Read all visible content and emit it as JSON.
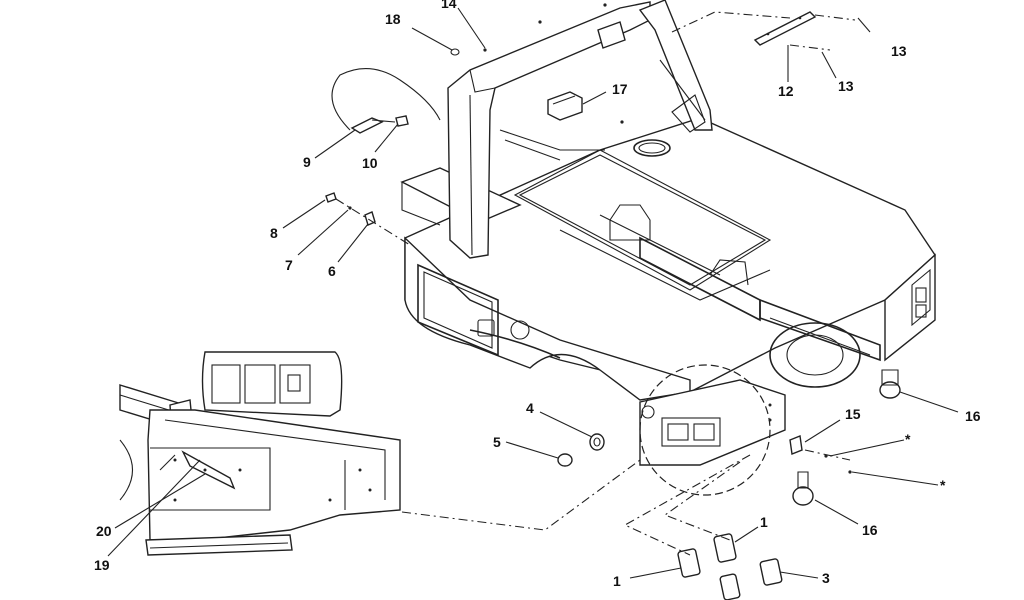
{
  "diagram": {
    "callouts": [
      {
        "id": "c14",
        "text": "14"
      },
      {
        "id": "c18",
        "text": "18"
      },
      {
        "id": "c17",
        "text": "17"
      },
      {
        "id": "c9",
        "text": "9"
      },
      {
        "id": "c10",
        "text": "10"
      },
      {
        "id": "c8",
        "text": "8"
      },
      {
        "id": "c7",
        "text": "7"
      },
      {
        "id": "c6",
        "text": "6"
      },
      {
        "id": "c13a",
        "text": "13"
      },
      {
        "id": "c13b",
        "text": "13"
      },
      {
        "id": "c12",
        "text": "12"
      },
      {
        "id": "c16a",
        "text": "16"
      },
      {
        "id": "c15",
        "text": "15"
      },
      {
        "id": "c16b",
        "text": "16"
      },
      {
        "id": "star1",
        "text": "*"
      },
      {
        "id": "star2",
        "text": "*"
      },
      {
        "id": "c4",
        "text": "4"
      },
      {
        "id": "c5",
        "text": "5"
      },
      {
        "id": "c1a",
        "text": "1"
      },
      {
        "id": "c1b",
        "text": "1"
      },
      {
        "id": "c3",
        "text": "3"
      },
      {
        "id": "c20",
        "text": "20"
      },
      {
        "id": "c19",
        "text": "19"
      }
    ]
  }
}
